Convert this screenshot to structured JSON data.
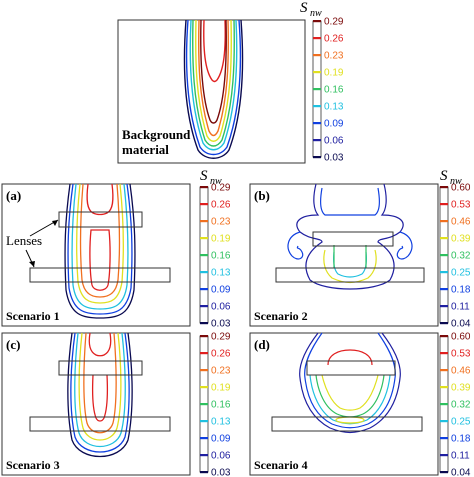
{
  "colorbar_title": {
    "main": "S",
    "sub": "nw"
  },
  "lenses_label": "Lenses",
  "top": {
    "label": [
      "Background",
      "material"
    ],
    "ticks": [
      "0.29",
      "0.26",
      "0.23",
      "0.19",
      "0.16",
      "0.13",
      "0.09",
      "0.06",
      "0.03"
    ]
  },
  "panels": [
    {
      "letter": "(a)",
      "scenario": "Scenario 1",
      "ticks": [
        "0.29",
        "0.26",
        "0.23",
        "0.19",
        "0.16",
        "0.13",
        "0.09",
        "0.06",
        "0.03"
      ]
    },
    {
      "letter": "(b)",
      "scenario": "Scenario 2",
      "ticks": [
        "0.60",
        "0.53",
        "0.46",
        "0.39",
        "0.32",
        "0.25",
        "0.18",
        "0.11",
        "0.04"
      ]
    },
    {
      "letter": "(c)",
      "scenario": "Scenario 3",
      "ticks": [
        "0.29",
        "0.26",
        "0.23",
        "0.19",
        "0.16",
        "0.13",
        "0.09",
        "0.06",
        "0.03"
      ]
    },
    {
      "letter": "(d)",
      "scenario": "Scenario 4",
      "ticks": [
        "0.60",
        "0.53",
        "0.46",
        "0.39",
        "0.32",
        "0.25",
        "0.18",
        "0.11",
        "0.04"
      ]
    }
  ],
  "colors": {
    "levels": [
      "#7a0a0a",
      "#e02020",
      "#f07020",
      "#e0e020",
      "#30c060",
      "#20c0e0",
      "#1040e0",
      "#2020a0",
      "#0a0a50"
    ]
  }
}
